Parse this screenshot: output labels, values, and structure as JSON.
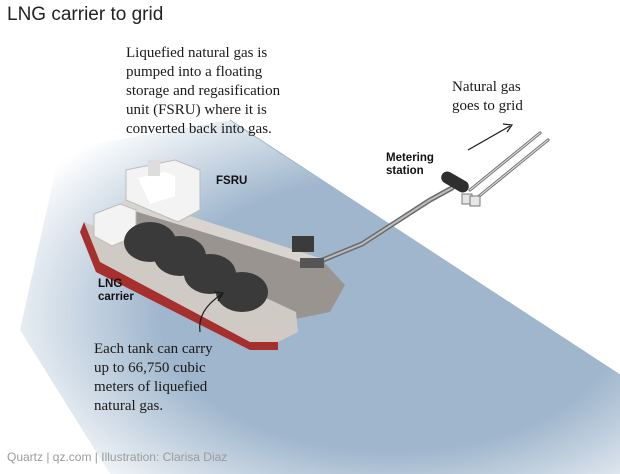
{
  "title": "LNG carrier to grid",
  "notes": {
    "fsru_note": "Liquefied natural gas is\npumped into a floating\nstorage and regasification\nunit (FSRU) where it is\nconverted back into gas.",
    "grid_note": "Natural gas\ngoes to grid",
    "tank_note": "Each tank can carry\nup to 66,750 cubic\nmeters of liquefied\nnatural gas."
  },
  "labels": {
    "fsru": "FSRU",
    "metering": "Metering\nstation",
    "lng_carrier": "LNG\ncarrier"
  },
  "credit": "Quartz | qz.com | Illustration: Clarisa Diaz",
  "colors": {
    "water": "#9fb6cd",
    "hull_grey": "#9a9490",
    "hull_red": "#a5302e",
    "deck": "#d8d4cf",
    "tank": "#3a3a3a",
    "pipe": "#6b6b6b",
    "text": "#1a1a1a",
    "credit": "#9a9a9a"
  }
}
